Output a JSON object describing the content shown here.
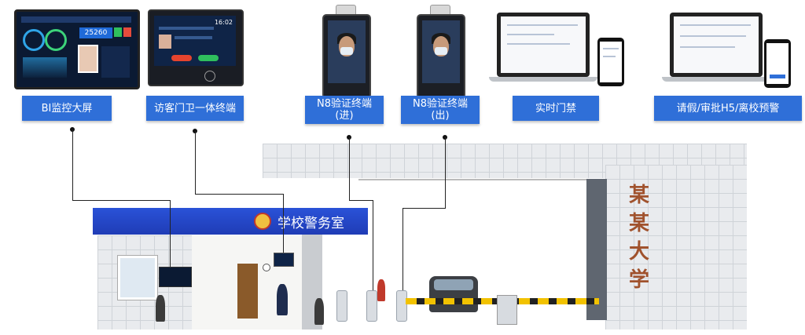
{
  "labels": {
    "bi": "BI监控大屏",
    "visitor": "访客门卫一体终端",
    "n8_in_l1": "N8验证终端",
    "n8_in_l2": "(进)",
    "n8_out_l1": "N8验证终端",
    "n8_out_l2": "(出)",
    "access": "实时门禁",
    "leave": "请假/审批H5/离校预警"
  },
  "screens": {
    "bi_value": "25260",
    "vt_time": "16:02"
  },
  "scene": {
    "police_sign": "学校警务室",
    "university_chars": [
      "某",
      "某",
      "大",
      "学"
    ]
  },
  "colors": {
    "label_bg": "#2f6fd8",
    "sign_bg": "#1f3cb6",
    "uni_text": "#a0522d"
  }
}
